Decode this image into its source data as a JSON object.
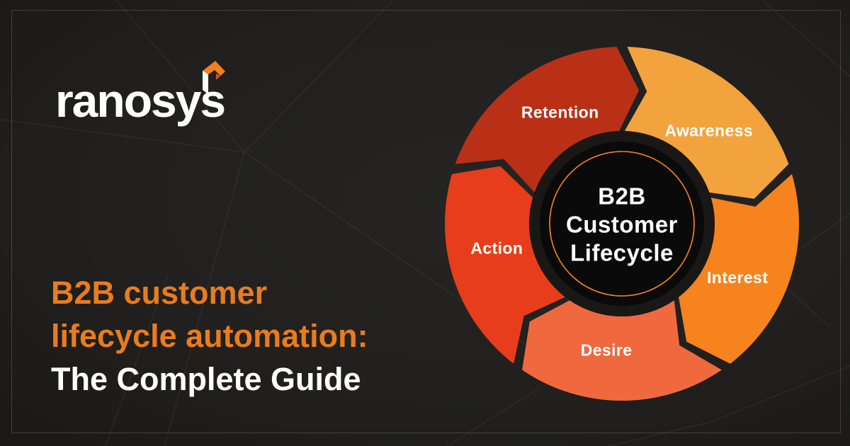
{
  "page": {
    "background_color": "#21201e",
    "frame_color": "#454442"
  },
  "logo": {
    "wordmark": "ranosys",
    "wordmark_color": "#ffffff",
    "icon": "ranosys-arrow-icon",
    "icon_colors": {
      "orange": "#f57e20",
      "deep_orange": "#e44f17",
      "white": "#ffffff"
    }
  },
  "headline": {
    "lines": [
      {
        "text": "B2B customer",
        "color": "#e87c1e"
      },
      {
        "text": "lifecycle automation:",
        "color": "#e87c1e"
      },
      {
        "text": "The Complete Guide",
        "color": "#ffffff"
      }
    ]
  },
  "diagram": {
    "title_lines": [
      "B2B",
      "Customer",
      "Lifecycle"
    ],
    "title_color": "#ffffff",
    "hub_fill": "#0a0a0a",
    "hub_inner_ring_fill": "#191816",
    "hub_ring_color": "#f58220",
    "label_color": "#ffffff",
    "flow": "clockwise",
    "segments": [
      {
        "label": "Awareness",
        "color": "#f2a33e"
      },
      {
        "label": "Interest",
        "color": "#f6831d"
      },
      {
        "label": "Desire",
        "color": "#f0693e"
      },
      {
        "label": "Action",
        "color": "#e83d1a"
      },
      {
        "label": "Retention",
        "color": "#b93017"
      }
    ]
  }
}
